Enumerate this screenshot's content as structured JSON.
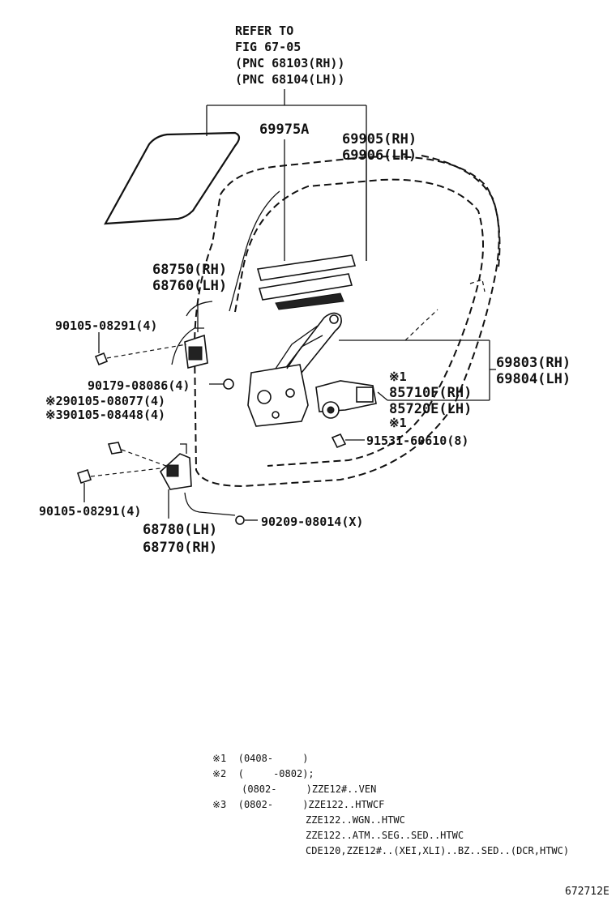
{
  "refer": {
    "line1": "REFER TO",
    "line2": "FIG 67-05",
    "line3": "(PNC 68103(RH))",
    "line4": "(PNC 68104(LH))"
  },
  "labels": {
    "p69975A": "69975A",
    "p69905": "69905(RH)",
    "p69906": "69906(LH)",
    "p68750": "68750(RH)",
    "p68760": "68760(LH)",
    "p90105a": "90105-08291(4)",
    "p90179": "90179-08086(4)",
    "p90105b": "※290105-08077(4)",
    "p90105c": "※390105-08448(4)",
    "p90105d": "90105-08291(4)",
    "p68780": "68780(LH)",
    "p68770": "68770(RH)",
    "p90209": "90209-08014(X)",
    "p69803": "69803(RH)",
    "p69804": "69804(LH)",
    "mark1a": "※1",
    "p85710F": "85710F(RH)",
    "p85720E": "85720E(LH)",
    "mark1b": "※1",
    "p91531": "91531-60610(8)"
  },
  "notes": {
    "n1": "※1  (0408-     )",
    "n2": "※2  (     -0802);",
    "n3": "     (0802-     )ZZE12#..VEN",
    "n4": "※3  (0802-     )ZZE122..HTWCF",
    "n5": "ZZE122..WGN..HTWC",
    "n6": "ZZE122..ATM..SEG..SED..HTWC",
    "n7": "CDE120,ZZE12#..(XEI,XLI)..BZ..SED..(DCR,HTWC)"
  },
  "code": "672712E"
}
